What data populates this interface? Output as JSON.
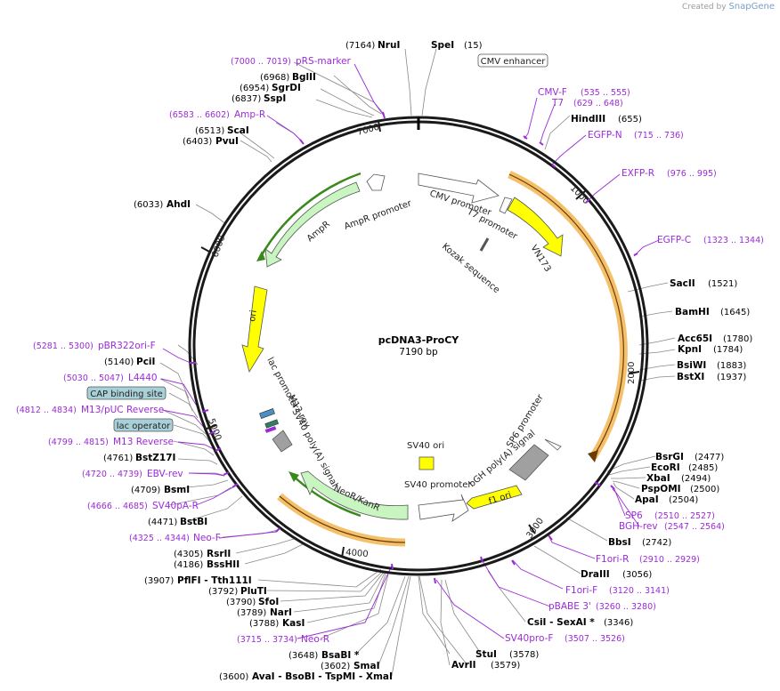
{
  "header": {
    "credit_prefix": "Created by",
    "credit_brand": "SnapGene"
  },
  "plasmid": {
    "name": "pcDNA3-ProCY",
    "length_label": "7190 bp",
    "length": 7190
  },
  "ticks": [
    "1000",
    "2000",
    "3000",
    "4000",
    "5000",
    "6000",
    "7000"
  ],
  "colors": {
    "primer": "#9b2bd8",
    "feature_green": "#c8f5c0",
    "feature_yellow": "#ffff00",
    "feature_white": "#ffffff",
    "feature_gray": "#a0a0a0",
    "promoter_outline": "#666666",
    "cap_box": "#a8d0d8",
    "orange_track": "#f5c06b",
    "green_track": "#3a8a1a"
  },
  "features": [
    {
      "name": "AmpR",
      "kind": "green"
    },
    {
      "name": "AmpR promoter",
      "kind": "white"
    },
    {
      "name": "CMV promoter",
      "kind": "white"
    },
    {
      "name": "T7 promoter",
      "kind": "white"
    },
    {
      "name": "Kozak sequence",
      "kind": "gray"
    },
    {
      "name": "VN173",
      "kind": "yellow"
    },
    {
      "name": "ori",
      "kind": "yellow"
    },
    {
      "name": "lac promoter",
      "kind": "white"
    },
    {
      "name": "M13 rev",
      "kind": "white"
    },
    {
      "name": "SV40 poly(A) signal",
      "kind": "gray"
    },
    {
      "name": "NeoR/KanR",
      "kind": "green"
    },
    {
      "name": "SV40 promoter",
      "kind": "white"
    },
    {
      "name": "SV40 ori",
      "kind": "yellow"
    },
    {
      "name": "bGH poly(A) signal",
      "kind": "gray"
    },
    {
      "name": "SP6 promoter",
      "kind": "white"
    },
    {
      "name": "f1 ori",
      "kind": "yellow"
    }
  ],
  "boxed_labels": [
    "CMV enhancer",
    "CAP binding site",
    "lac operator"
  ],
  "enzymes": [
    {
      "name": "NruI",
      "num": "(7164)"
    },
    {
      "name": "SpeI",
      "num": "(15)"
    },
    {
      "name": "BglII",
      "num": "(6968)"
    },
    {
      "name": "SgrDI",
      "num": "(6954)"
    },
    {
      "name": "SspI",
      "num": "(6837)"
    },
    {
      "name": "ScaI",
      "num": "(6513)"
    },
    {
      "name": "PvuI",
      "num": "(6403)"
    },
    {
      "name": "AhdI",
      "num": "(6033)"
    },
    {
      "name": "PciI",
      "num": "(5140)"
    },
    {
      "name": "BstZ17I",
      "num": "(4761)"
    },
    {
      "name": "BsmI",
      "num": "(4709)"
    },
    {
      "name": "BstBI",
      "num": "(4471)"
    },
    {
      "name": "RsrII",
      "num": "(4305)"
    },
    {
      "name": "BssHII",
      "num": "(4186)"
    },
    {
      "name": "PflFI - Tth111I",
      "num": "(3907)"
    },
    {
      "name": "PluTI",
      "num": "(3792)"
    },
    {
      "name": "SfoI",
      "num": "(3790)"
    },
    {
      "name": "NarI",
      "num": "(3789)"
    },
    {
      "name": "KasI",
      "num": "(3788)"
    },
    {
      "name": "BsaBI *",
      "num": "(3648)"
    },
    {
      "name": "SmaI",
      "num": "(3602)"
    },
    {
      "name": "AvaI - BsoBI - TspMI - XmaI",
      "num": "(3600)"
    },
    {
      "name": "HindIII",
      "num": "(655)"
    },
    {
      "name": "SacII",
      "num": "(1521)"
    },
    {
      "name": "BamHI",
      "num": "(1645)"
    },
    {
      "name": "Acc65I",
      "num": "(1780)"
    },
    {
      "name": "KpnI",
      "num": "(1784)"
    },
    {
      "name": "BsiWI",
      "num": "(1883)"
    },
    {
      "name": "BstXI",
      "num": "(1937)"
    },
    {
      "name": "BsrGI",
      "num": "(2477)"
    },
    {
      "name": "EcoRI",
      "num": "(2485)"
    },
    {
      "name": "XbaI",
      "num": "(2494)"
    },
    {
      "name": "PspOMI",
      "num": "(2500)"
    },
    {
      "name": "ApaI",
      "num": "(2504)"
    },
    {
      "name": "BbsI",
      "num": "(2742)"
    },
    {
      "name": "DraIII",
      "num": "(3056)"
    },
    {
      "name": "CsiI - SexAI *",
      "num": "(3346)"
    },
    {
      "name": "StuI",
      "num": "(3578)"
    },
    {
      "name": "AvrII",
      "num": "(3579)"
    }
  ],
  "primers": [
    {
      "name": "pRS-marker",
      "range": "(7000 .. 7019)"
    },
    {
      "name": "Amp-R",
      "range": "(6583 .. 6602)"
    },
    {
      "name": "CMV-F",
      "range": "(535 .. 555)"
    },
    {
      "name": "T7",
      "range": "(629 .. 648)"
    },
    {
      "name": "EGFP-N",
      "range": "(715 .. 736)"
    },
    {
      "name": "EXFP-R",
      "range": "(976 .. 995)"
    },
    {
      "name": "EGFP-C",
      "range": "(1323 .. 1344)"
    },
    {
      "name": "pBR322ori-F",
      "range": "(5281 .. 5300)"
    },
    {
      "name": "L4440",
      "range": "(5030 .. 5047)"
    },
    {
      "name": "M13/pUC Reverse",
      "range": "(4812 .. 4834)"
    },
    {
      "name": "M13 Reverse",
      "range": "(4799 .. 4815)"
    },
    {
      "name": "EBV-rev",
      "range": "(4720 .. 4739)"
    },
    {
      "name": "SV40pA-R",
      "range": "(4666 .. 4685)"
    },
    {
      "name": "Neo-F",
      "range": "(4325 .. 4344)"
    },
    {
      "name": "Neo-R",
      "range": "(3715 .. 3734)"
    },
    {
      "name": "SP6",
      "range": "(2510 .. 2527)"
    },
    {
      "name": "BGH-rev",
      "range": "(2547 .. 2564)"
    },
    {
      "name": "F1ori-R",
      "range": "(2910 .. 2929)"
    },
    {
      "name": "F1ori-F",
      "range": "(3120 .. 3141)"
    },
    {
      "name": "pBABE 3'",
      "range": "(3260 .. 3280)"
    },
    {
      "name": "SV40pro-F",
      "range": "(3507 .. 3526)"
    }
  ]
}
